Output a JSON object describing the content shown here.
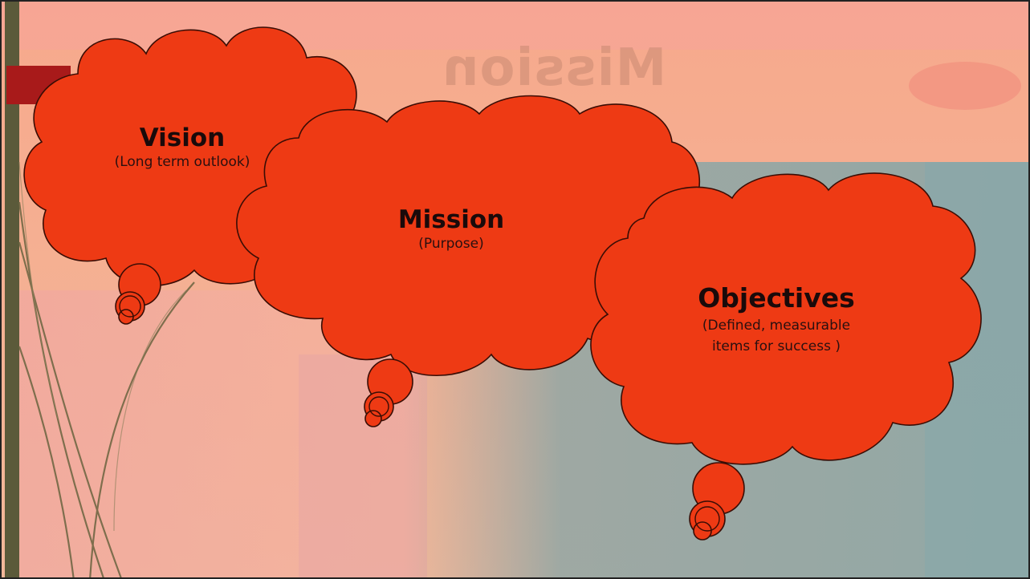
{
  "slide": {
    "background_heading": "Mission",
    "colors": {
      "cloud_fill": "#ee3a14",
      "cloud_stroke": "#3a0d05",
      "left_bar": "#5b5a3a",
      "accent_block": "#a81a1a",
      "teal_region": "#8fa8a6"
    }
  },
  "clouds": [
    {
      "id": "vision",
      "title": "Vision",
      "subtitle": "(Long term outlook)"
    },
    {
      "id": "mission",
      "title": "Mission",
      "subtitle": "(Purpose)"
    },
    {
      "id": "objectives",
      "title": "Objectives",
      "subtitle_lines": [
        "(Defined, measurable",
        "items for success )"
      ]
    }
  ]
}
